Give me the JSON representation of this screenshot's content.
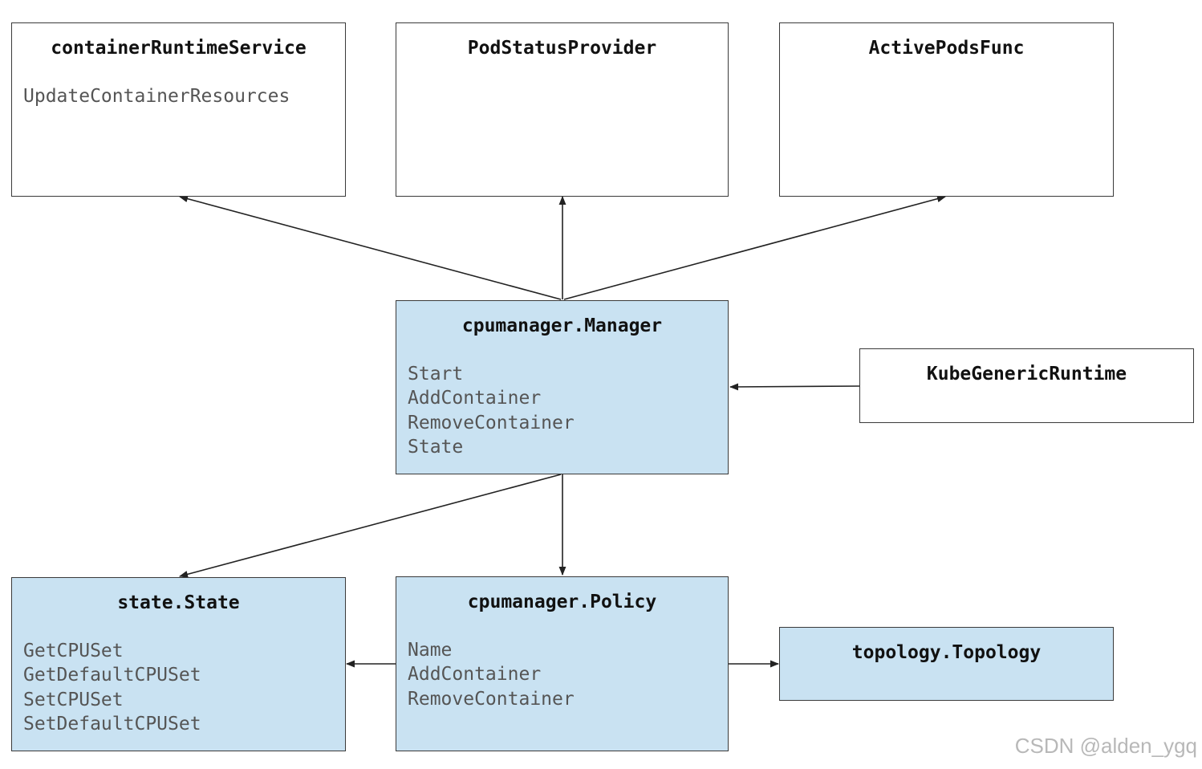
{
  "boxes": {
    "container_runtime_service": {
      "title": "containerRuntimeService",
      "methods": [
        "UpdateContainerResources"
      ]
    },
    "pod_status_provider": {
      "title": "PodStatusProvider",
      "methods": []
    },
    "active_pods_func": {
      "title": "ActivePodsFunc",
      "methods": []
    },
    "cpumanager_manager": {
      "title": "cpumanager.Manager",
      "methods": [
        "Start",
        "AddContainer",
        "RemoveContainer",
        "State"
      ]
    },
    "kube_generic_runtime": {
      "title": "KubeGenericRuntime",
      "methods": []
    },
    "state_state": {
      "title": "state.State",
      "methods": [
        "GetCPUSet",
        "GetDefaultCPUSet",
        "SetCPUSet",
        "SetDefaultCPUSet"
      ]
    },
    "cpumanager_policy": {
      "title": "cpumanager.Policy",
      "methods": [
        "Name",
        "AddContainer",
        "RemoveContainer"
      ]
    },
    "topology_topology": {
      "title": "topology.Topology",
      "methods": []
    }
  },
  "watermark": "CSDN @alden_ygq",
  "colors": {
    "filled_box": "#c9e2f2",
    "empty_box": "#ffffff",
    "border": "#3a3a3a",
    "arrow": "#222222",
    "method_text": "#555555",
    "watermark": "#b8b8b8"
  }
}
